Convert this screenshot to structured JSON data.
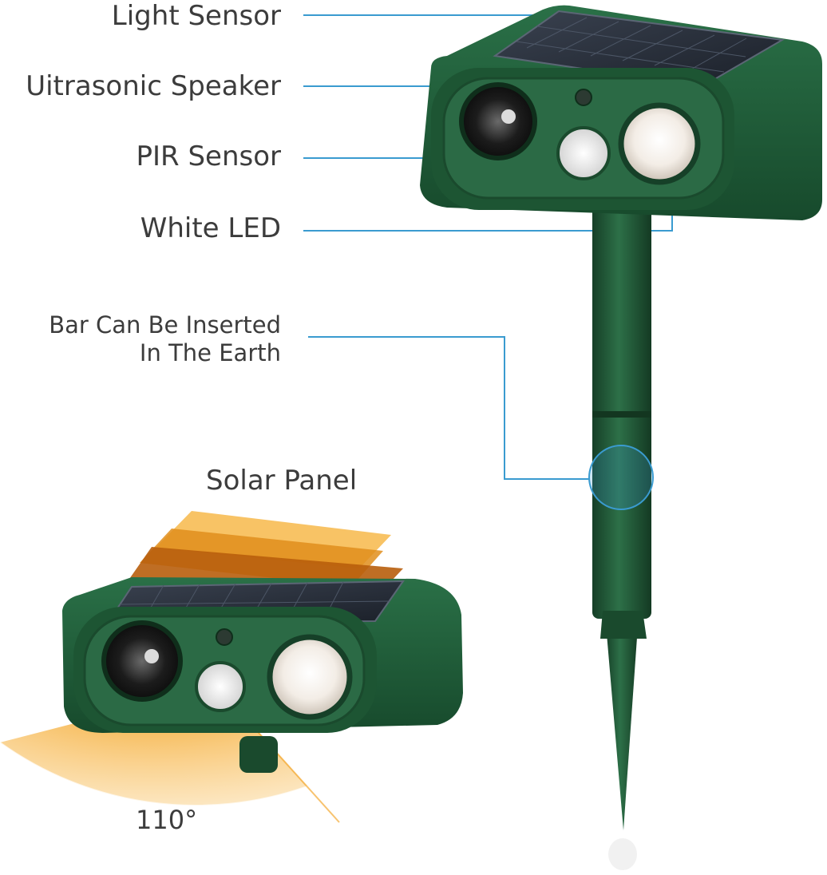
{
  "callouts": {
    "light_sensor": "Light Sensor",
    "ultrasonic_speaker": "Uitrasonic Speaker",
    "pir_sensor": "PIR Sensor",
    "white_led": "White LED",
    "bar_line1": "Bar Can Be Inserted",
    "bar_line2": "In The Earth"
  },
  "solar_panel_label": "Solar Panel",
  "detection_angle": "110°",
  "colors": {
    "device_green": "#1e5a36",
    "callout_line": "#3a9bd0",
    "detection_orange": "#f5a623",
    "solar_layer_orange": "#d98a1a"
  }
}
